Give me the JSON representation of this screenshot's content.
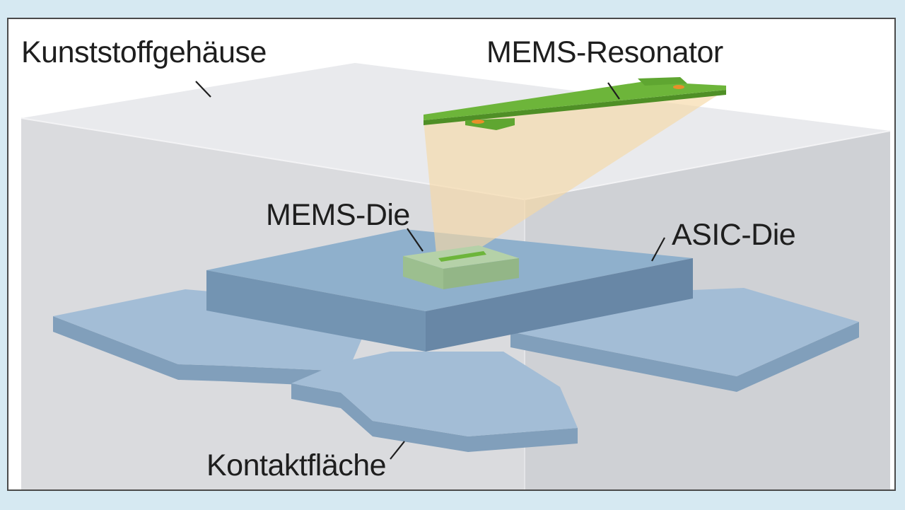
{
  "labels": {
    "housing": "Kunststoffgehäuse",
    "resonator": "MEMS-Resonator",
    "mems_die": "MEMS-Die",
    "asic_die": "ASIC-Die",
    "contact": "Kontaktfläche"
  },
  "colors": {
    "background": "#d6e9f2",
    "housing": "#dcdde1",
    "asic_top": "#8fb0cc",
    "asic_side": "#6f90ad",
    "contact_top": "#a5bfd8",
    "contact_side": "#84a1bc",
    "mems_die": "#9fc293",
    "resonator": "#6db53a",
    "resonator_pads": "#e8902a",
    "projection": "#f6d8a6"
  }
}
